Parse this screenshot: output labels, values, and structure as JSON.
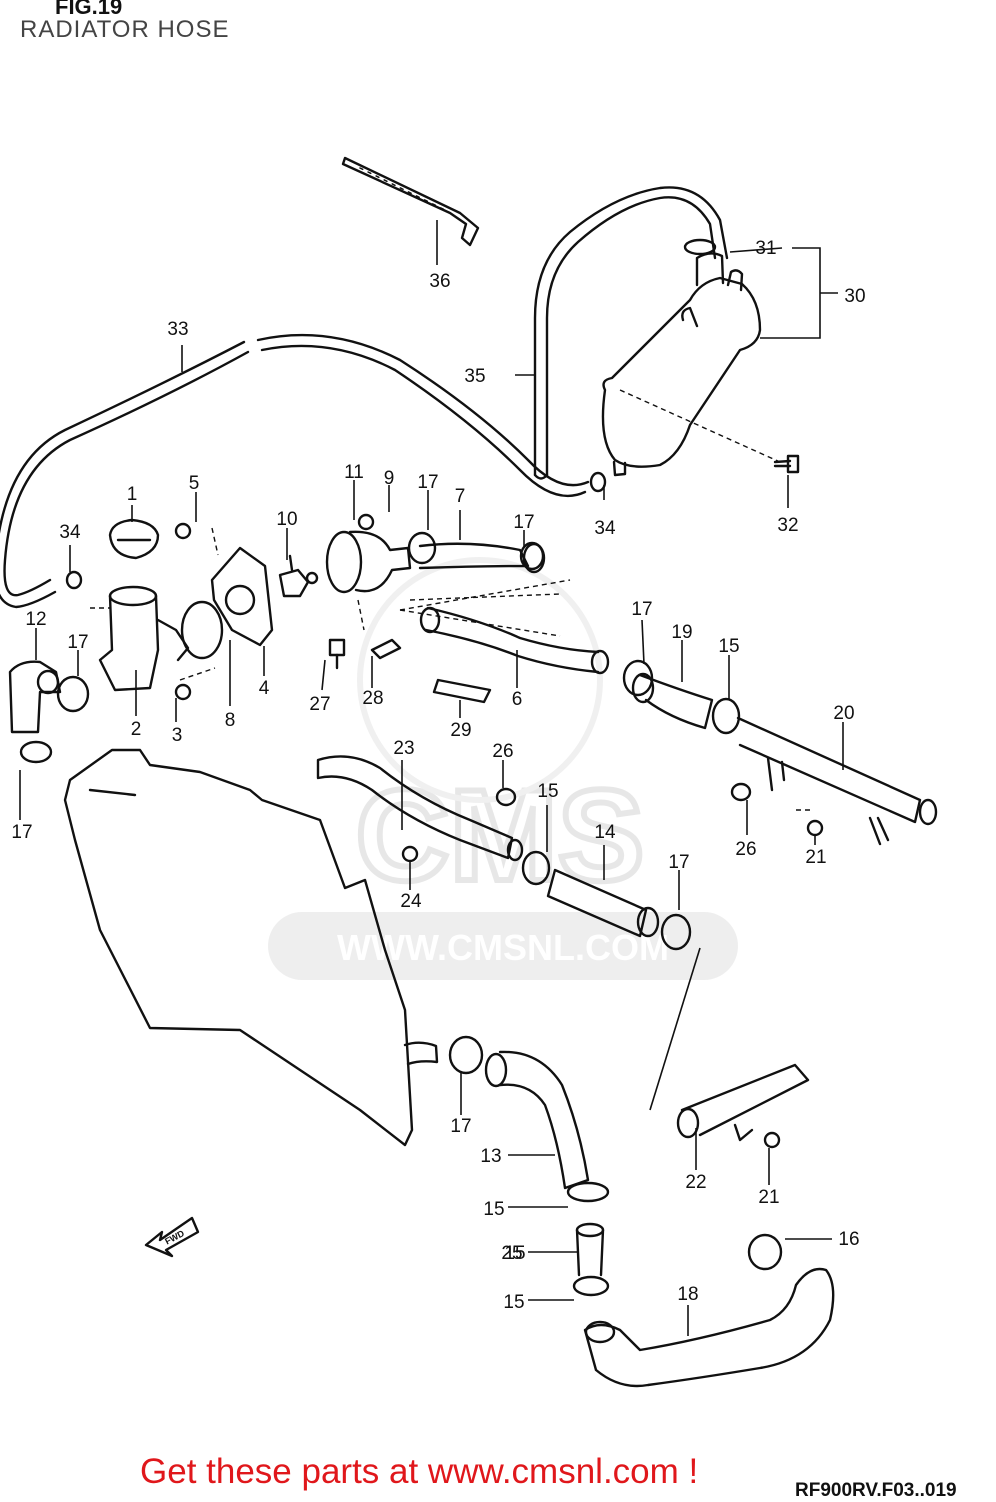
{
  "header": {
    "fig": "FIG.19",
    "title": "RADIATOR HOSE"
  },
  "watermark": {
    "url": "WWW.CMSNL.COM",
    "brand": "CMS"
  },
  "fwd_label": "FWD",
  "footer": {
    "cta": "Get these parts at www.cmsnl.com !",
    "code": "RF900RV.F03..019"
  },
  "callouts": [
    {
      "n": "1"
    },
    {
      "n": "2"
    },
    {
      "n": "3"
    },
    {
      "n": "4"
    },
    {
      "n": "5"
    },
    {
      "n": "6"
    },
    {
      "n": "7"
    },
    {
      "n": "8"
    },
    {
      "n": "9"
    },
    {
      "n": "10"
    },
    {
      "n": "11"
    },
    {
      "n": "12"
    },
    {
      "n": "13"
    },
    {
      "n": "14"
    },
    {
      "n": "15"
    },
    {
      "n": "15"
    },
    {
      "n": "15"
    },
    {
      "n": "15"
    },
    {
      "n": "15"
    },
    {
      "n": "16"
    },
    {
      "n": "17"
    },
    {
      "n": "17"
    },
    {
      "n": "17"
    },
    {
      "n": "17"
    },
    {
      "n": "17"
    },
    {
      "n": "17"
    },
    {
      "n": "17"
    },
    {
      "n": "18"
    },
    {
      "n": "19"
    },
    {
      "n": "20"
    },
    {
      "n": "21"
    },
    {
      "n": "21"
    },
    {
      "n": "22"
    },
    {
      "n": "23"
    },
    {
      "n": "24"
    },
    {
      "n": "25"
    },
    {
      "n": "26"
    },
    {
      "n": "26"
    },
    {
      "n": "27"
    },
    {
      "n": "28"
    },
    {
      "n": "29"
    },
    {
      "n": "30"
    },
    {
      "n": "31"
    },
    {
      "n": "32"
    },
    {
      "n": "33"
    },
    {
      "n": "34"
    },
    {
      "n": "34"
    },
    {
      "n": "35"
    },
    {
      "n": "36"
    }
  ]
}
